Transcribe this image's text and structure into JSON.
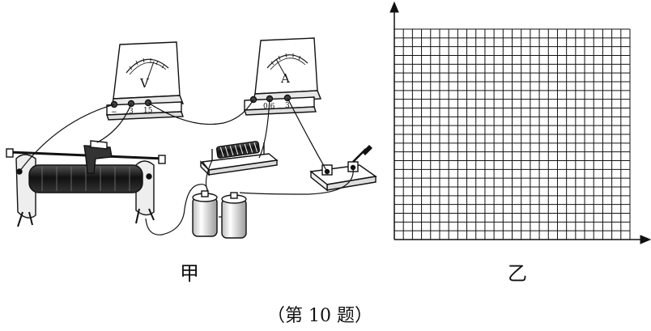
{
  "figure_jia": {
    "label": "甲",
    "voltmeter": {
      "symbol": "V",
      "terminals": [
        "−",
        "3",
        "15"
      ]
    },
    "ammeter": {
      "symbol": "A",
      "terminals": [
        "",
        "0.6",
        "3"
      ]
    }
  },
  "figure_yi": {
    "label": "乙",
    "grid_columns": 26,
    "grid_rows": 24
  },
  "caption": "（第 10 题）"
}
